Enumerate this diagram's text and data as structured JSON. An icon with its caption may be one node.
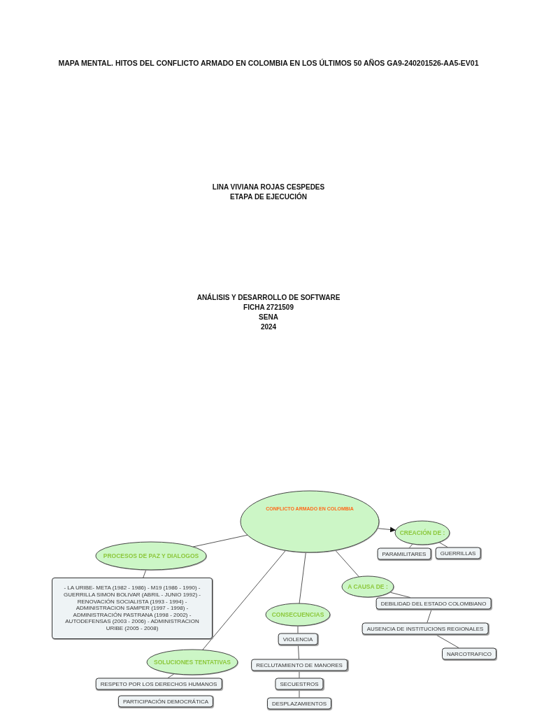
{
  "diagram": {
    "title": "MAPA MENTAL. HITOS DEL CONFLICTO ARMADO EN COLOMBIA EN LOS ÚLTIMOS 50 AÑOS GA9-240201526-AA5-EV01",
    "nodes": [
      {
        "text": [
          "CONFLICTO ARMADO EN COLOMBIA"
        ]
      },
      {
        "text": [
          "CREACIÓN DE :"
        ]
      },
      {
        "text": [
          "PARAMILITARES"
        ]
      },
      {
        "text": [
          "GUERRILLAS"
        ]
      },
      {
        "text": [
          "PROCESOS DE PAZ Y DIALOGOS"
        ]
      },
      {
        "text": [
          "- LA URIBE- META (1982 - 1986) - M19 (1986 - 1990) - GUERRILLA SIMON BOLIVAR (ABRIL - JUNIO 1992) - RENOVACIÓN SOCIALISTA (1993 - 1994) - ADMINISTRACION SAMPER (1997 - 1998) - ADMINISTRACIÓN PASTRANA (1998 - 2002) - AUTODEFENSAS (2003 - 2006) - ADMINISTRACION URIBE (2005 - 2008)"
        ]
      },
      {
        "text": [
          "A CAUSA DE :"
        ]
      },
      {
        "text": [
          "DEBILIDAD DEL ESTADO COLOMBIANO"
        ]
      },
      {
        "text": [
          "AUSENCIA DE INSTITUCIONS REGIONALES"
        ]
      },
      {
        "text": [
          "NARCOTRAFICO"
        ]
      },
      {
        "text": [
          "CONSECUENCIAS"
        ]
      },
      {
        "text": [
          "VIOLENCIA"
        ]
      },
      {
        "text": [
          "RECLUTAMIENTO DE MANORES"
        ]
      },
      {
        "text": [
          "SECUESTROS"
        ]
      },
      {
        "text": [
          "DESPLAZAMIENTOS"
        ]
      },
      {
        "text": [
          "SOLUCIONES TENTATIVAS"
        ]
      },
      {
        "text": [
          "RESPETO POR LOS DERECHOS HUMANOS"
        ]
      },
      {
        "text": [
          "PARTICIPACIÓN DEMOCRÁTICA"
        ]
      }
    ],
    "edges": [
      {
        "from": 0,
        "to": 1,
        "arrow": "to"
      },
      {
        "from": 1,
        "to": 2,
        "arrow": "none"
      },
      {
        "from": 1,
        "to": 3,
        "arrow": "none"
      },
      {
        "from": 0,
        "to": 4,
        "arrow": "none"
      },
      {
        "from": 4,
        "to": 5,
        "arrow": "none"
      },
      {
        "from": 0,
        "to": 6,
        "arrow": "none"
      },
      {
        "from": 6,
        "to": 7,
        "arrow": "none"
      },
      {
        "from": 7,
        "to": 8,
        "arrow": "none"
      },
      {
        "from": 8,
        "to": 9,
        "arrow": "none"
      },
      {
        "from": 0,
        "to": 10,
        "arrow": "none"
      },
      {
        "from": 10,
        "to": 11,
        "arrow": "none"
      },
      {
        "from": 11,
        "to": 12,
        "arrow": "none"
      },
      {
        "from": 12,
        "to": 13,
        "arrow": "none"
      },
      {
        "from": 13,
        "to": 14,
        "arrow": "none"
      },
      {
        "from": 0,
        "to": 15,
        "arrow": "none"
      },
      {
        "from": 15,
        "to": 16,
        "arrow": "none"
      }
    ],
    "labels": [
      "LINA VIVIANA ROJAS CESPEDES",
      "ETAPA DE EJECUCIÓN",
      "ANÁLISIS Y DESARROLLO DE SOFTWARE",
      "FICHA 2721509",
      "SENA",
      "2024"
    ]
  }
}
